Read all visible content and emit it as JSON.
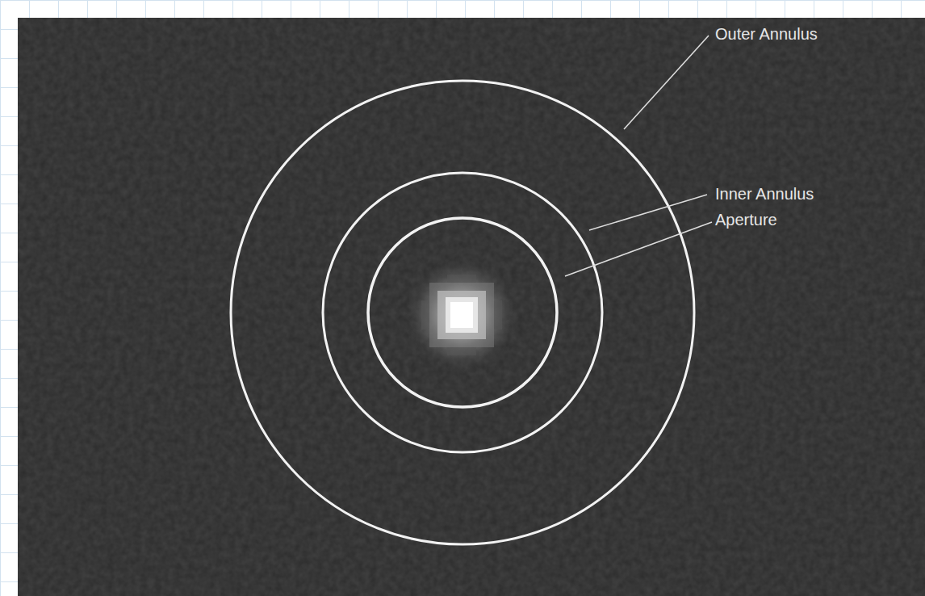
{
  "diagram": {
    "labels": [
      "Outer Annulus",
      "Inner Annulus",
      "Aperture"
    ]
  }
}
